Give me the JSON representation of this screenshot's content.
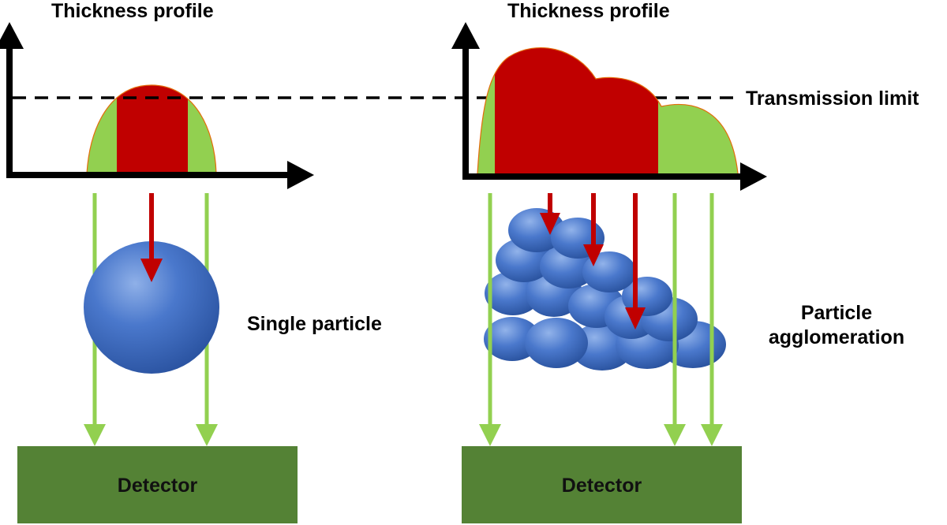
{
  "labels": {
    "thickness_profile_left": "Thickness profile",
    "thickness_profile_right": "Thickness profile",
    "transmission_limit": "Transmission limit",
    "single_particle": "Single particle",
    "particle_agglomeration": "Particle agglomeration",
    "detector_left": "Detector",
    "detector_right": "Detector"
  },
  "colors": {
    "axis": "#000000",
    "profile_transmitted": "#92d050",
    "profile_blocked": "#c00000",
    "beam_transmitted": "#92d050",
    "beam_blocked": "#c00000",
    "particle": "#4472c4",
    "detector": "#548235",
    "limit_line": "#000000"
  }
}
